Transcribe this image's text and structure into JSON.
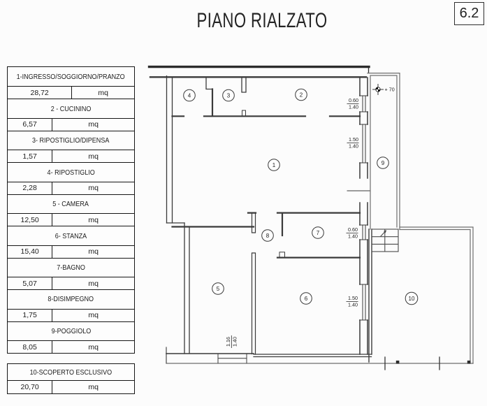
{
  "title": "PIANO RIALZATO",
  "sheet_number": "6.2",
  "legend": {
    "rooms_table": [
      {
        "name": "1-INGRESSO/SOGGIORNO/PRANZO",
        "area": "28,72",
        "unit": "mq"
      },
      {
        "name": "2 - CUCININO",
        "area": "6,57",
        "unit": "mq"
      },
      {
        "name": "3- RIPOSTIGLIO/DIPENSA",
        "area": "1,57",
        "unit": "mq"
      },
      {
        "name": "4- RIPOSTIGLIO",
        "area": "2,28",
        "unit": "mq"
      },
      {
        "name": "5 - CAMERA",
        "area": "12,50",
        "unit": "mq"
      },
      {
        "name": "6- STANZA",
        "area": "15,40",
        "unit": "mq"
      },
      {
        "name": "7-BAGNO",
        "area": "5,07",
        "unit": "mq"
      },
      {
        "name": "8-DISIMPEGNO",
        "area": "1,75",
        "unit": "mq"
      },
      {
        "name": "9-POGGIOLO",
        "area": "8,05",
        "unit": "mq"
      }
    ],
    "exclusive_table": [
      {
        "name": "10-SCOPERTO ESCLUSIVO",
        "area": "20,70",
        "unit": "mq"
      }
    ]
  },
  "plan": {
    "room_numbers": [
      "1",
      "2",
      "3",
      "4",
      "5",
      "6",
      "7",
      "8",
      "9",
      "10"
    ],
    "window_labels": [
      {
        "w": "0.60",
        "h": "1.40"
      },
      {
        "w": "1.50",
        "h": "1.40"
      },
      {
        "w": "0.60",
        "h": "1.40"
      },
      {
        "w": "1.50",
        "h": "1.40"
      },
      {
        "w": "1.16",
        "h": "1.40"
      }
    ],
    "elevation_label": "+ 70"
  }
}
